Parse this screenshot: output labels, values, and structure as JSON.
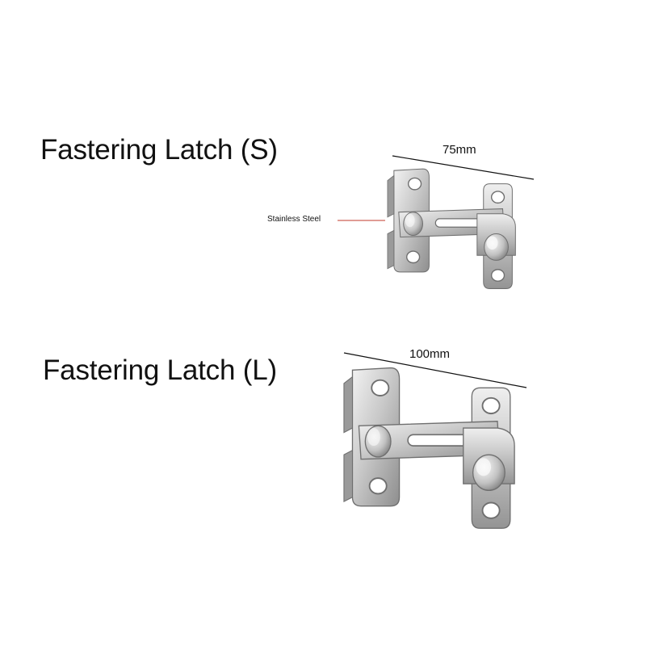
{
  "products": [
    {
      "title": "Fastering Latch (S)",
      "dimension": "75mm",
      "callout": "Stainless Steel"
    },
    {
      "title": "Fastering Latch (L)",
      "dimension": "100mm"
    }
  ],
  "colors": {
    "text": "#111111",
    "callout_line": "#c0392b",
    "steel_light": "#e4e4e4",
    "steel_mid": "#b5b5b5",
    "steel_dark": "#7a7a7a"
  }
}
